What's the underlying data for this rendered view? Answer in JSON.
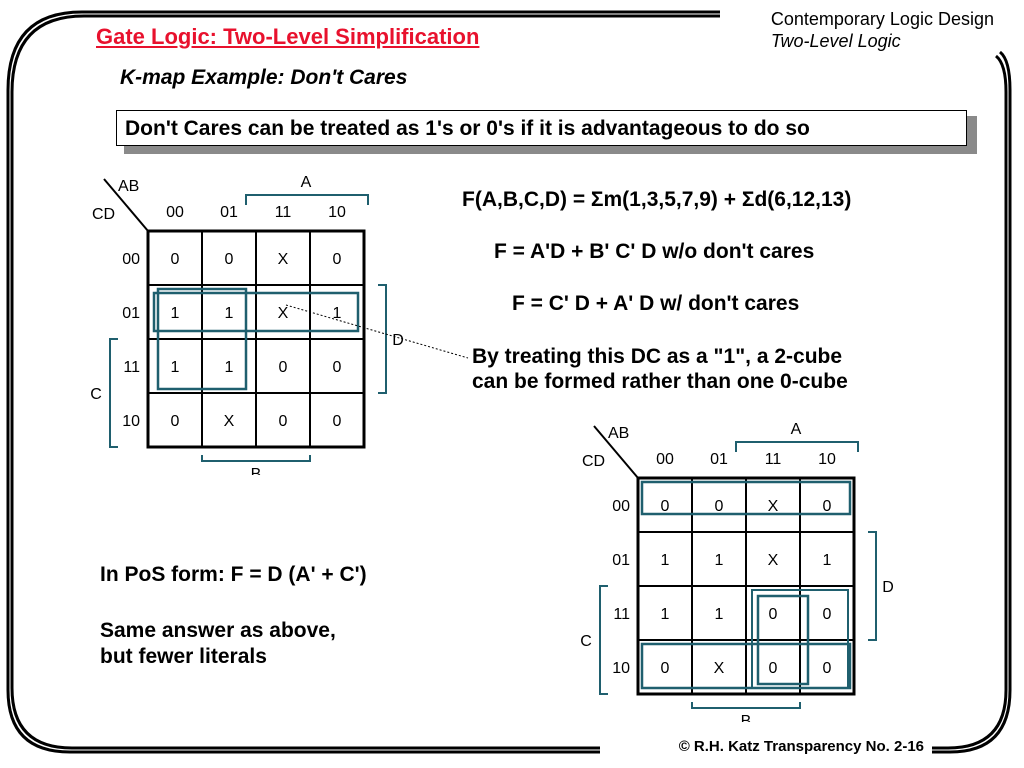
{
  "header": {
    "title": "Gate Logic:  Two-Level Simplification",
    "course": "Contemporary Logic Design",
    "chapter": "Two-Level Logic"
  },
  "subtitle": "K-map Example: Don't Cares",
  "banner": "Don't Cares can be treated as 1's or 0's if it is advantageous to do so",
  "equations": {
    "function": "F(A,B,C,D) = Σm(1,3,5,7,9) + Σd(6,12,13)",
    "without_dc": "F = A'D  +  B' C' D   w/o don't cares",
    "with_dc": "F = C' D  +  A' D   w/ don't cares"
  },
  "explanation": [
    "By treating this DC as a \"1\", a 2-cube",
    "can be formed rather than one 0-cube"
  ],
  "pos_note": {
    "line1": "In PoS form: F = D (A' + C')",
    "line2": "Same answer as above,",
    "line3": "but fewer literals"
  },
  "kmap": {
    "ab_label": "AB",
    "cd_label": "CD",
    "col_headers": [
      "00",
      "01",
      "11",
      "10"
    ],
    "row_headers": [
      "00",
      "01",
      "11",
      "10"
    ],
    "var_a": "A",
    "var_b": "B",
    "var_c": "C",
    "var_d": "D",
    "cells": [
      [
        "0",
        "0",
        "X",
        "0"
      ],
      [
        "1",
        "1",
        "X",
        "1"
      ],
      [
        "1",
        "1",
        "0",
        "0"
      ],
      [
        "0",
        "X",
        "0",
        "0"
      ]
    ]
  },
  "footer": "© R.H. Katz   Transparency No. 2-16",
  "colors": {
    "title": "#e8112d",
    "group_outline": "#1f5f6e",
    "grid": "#000000"
  }
}
